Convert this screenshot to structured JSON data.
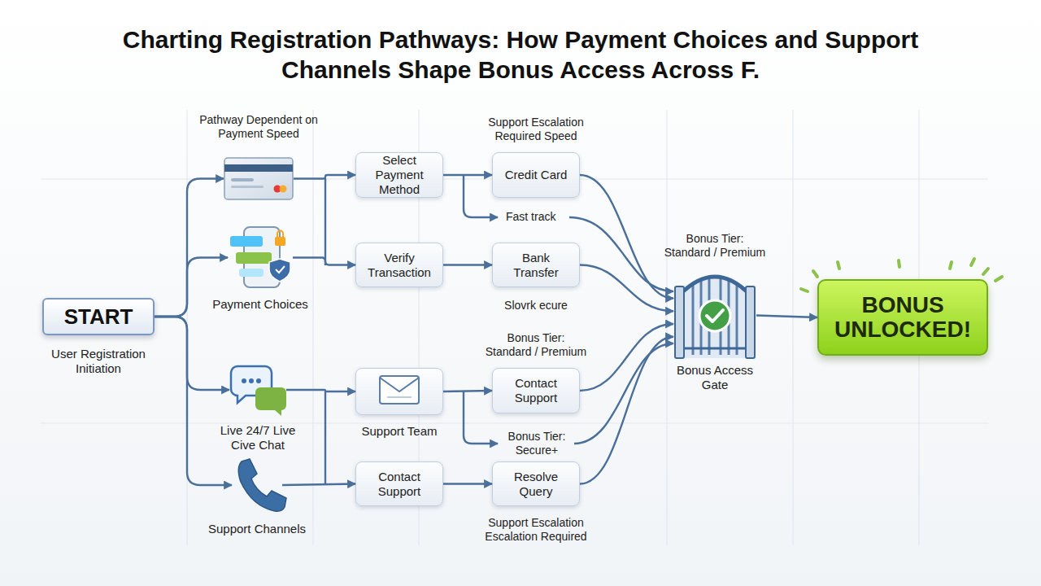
{
  "diagram": {
    "title": "Charting Registration Pathways: How Payment Choices and Support Channels Shape Bonus Access Across F.",
    "nodes": [
      {
        "text": [
          "START",
          "User Registration Initiation"
        ]
      },
      {
        "text": [
          "Pathway Dependent on Payment Speed"
        ]
      },
      {
        "text": [
          "Payment Choices"
        ]
      },
      {
        "text": [
          "Live 24/7 Live Cive Chat"
        ]
      },
      {
        "text": [
          "Support Channels"
        ]
      },
      {
        "text": [
          "Select Payment Method"
        ]
      },
      {
        "text": [
          "Verify Transaction"
        ]
      },
      {
        "text": [
          "Support Team"
        ]
      },
      {
        "text": [
          "Contact Support"
        ]
      },
      {
        "text": [
          "Credit Card"
        ]
      },
      {
        "text": [
          "Bank Transfer"
        ]
      },
      {
        "text": [
          "Contact Support"
        ]
      },
      {
        "text": [
          "Resolve Query"
        ]
      },
      {
        "text": [
          "Bonus Tier: Standard / Premium",
          "Bonus Access Gate"
        ]
      },
      {
        "text": [
          "BONUS UNLOCKED!"
        ]
      }
    ],
    "edges": [
      {
        "from": 0,
        "to": 1,
        "arrow": "to"
      },
      {
        "from": 0,
        "to": 2,
        "arrow": "to"
      },
      {
        "from": 0,
        "to": 3,
        "arrow": "to"
      },
      {
        "from": 0,
        "to": 4,
        "arrow": "to"
      },
      {
        "from": 1,
        "to": 5,
        "arrow": "to"
      },
      {
        "from": 2,
        "to": 6,
        "arrow": "to"
      },
      {
        "from": 3,
        "to": 7,
        "arrow": "to"
      },
      {
        "from": 4,
        "to": 8,
        "arrow": "to"
      },
      {
        "from": 5,
        "to": 9,
        "arrow": "to"
      },
      {
        "from": 6,
        "to": 10,
        "arrow": "to"
      },
      {
        "from": 7,
        "to": 11,
        "arrow": "to"
      },
      {
        "from": 8,
        "to": 12,
        "arrow": "to"
      },
      {
        "from": 9,
        "to": 13,
        "arrow": "to"
      },
      {
        "from": 10,
        "to": 13,
        "arrow": "to"
      },
      {
        "from": 11,
        "to": 13,
        "arrow": "to"
      },
      {
        "from": 12,
        "to": 13,
        "arrow": "to"
      },
      {
        "from": 13,
        "to": 14,
        "arrow": "to"
      }
    ],
    "labels": [
      "Support Escalation Required Speed",
      "Fast track",
      "Slovrk ecure",
      "Bonus Tier: Standard / Premium",
      "Bonus Tier: Secure+",
      "Support Escalation Escalation Required"
    ]
  }
}
